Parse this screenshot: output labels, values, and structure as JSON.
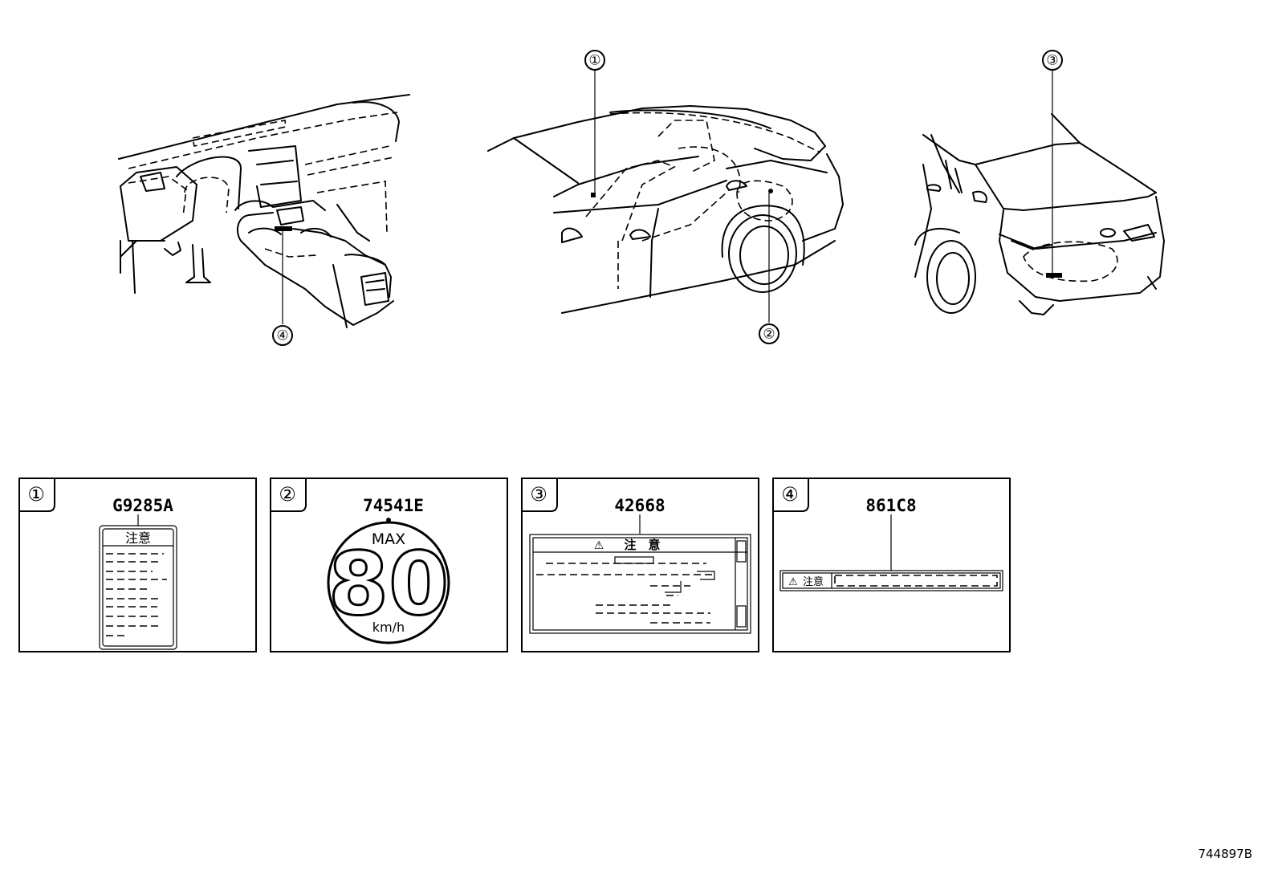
{
  "callouts": [
    {
      "num": "①"
    },
    {
      "num": "②"
    },
    {
      "num": "③"
    },
    {
      "num": "④"
    }
  ],
  "panels": [
    {
      "index": "①",
      "part_no": "G9285A",
      "label_heading": "注意"
    },
    {
      "index": "②",
      "part_no": "74541E",
      "max_text": "MAX",
      "speed": "80",
      "unit": "km/h"
    },
    {
      "index": "③",
      "part_no": "42668",
      "label_heading": "注　意"
    },
    {
      "index": "④",
      "part_no": "861C8",
      "label_heading": "注意"
    }
  ],
  "warning_symbol": "⚠",
  "diagram_ref": "744897B"
}
